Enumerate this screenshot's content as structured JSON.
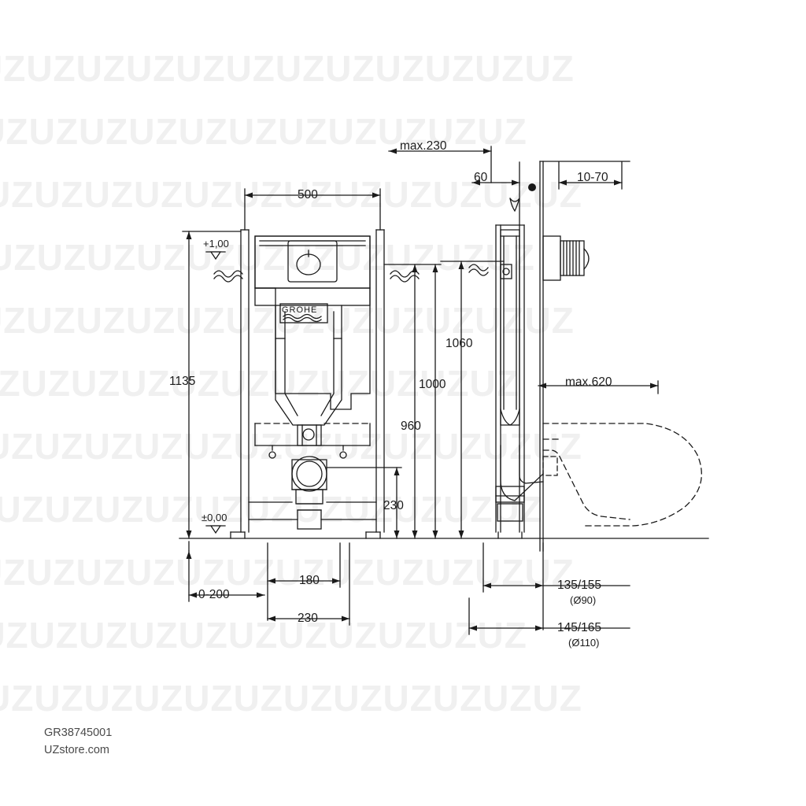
{
  "meta": {
    "product_code": "GR38745001",
    "site": "UZstore.com",
    "watermark_text": "UZUZUZUZUZUZUZUZUZUZUZUZ",
    "line_color": "#1a1a1a",
    "watermark_color": "#f0f0f0",
    "background": "#ffffff"
  },
  "diagram": {
    "type": "technical-dimension-drawing",
    "description": "GROHE Rapid SL concealed cistern installation frame — front elevation and side elevation with dimensions in millimetres",
    "brand_text": "GROHE"
  },
  "dimensions": {
    "front_width": "500",
    "total_height": "1135",
    "height_1060": "1060",
    "height_1000": "1000",
    "height_960": "960",
    "height_230_vertical": "230",
    "offset_180": "180",
    "offset_230": "230",
    "foot_range": "0-200",
    "max_230": "max.230",
    "depth_60": "60",
    "range_10_70": "10-70",
    "max_620": "max.620",
    "outlet_135_155": "135/155",
    "outlet_135_155_note": "(Ø90)",
    "outlet_145_165": "145/165",
    "outlet_145_165_note": "(Ø110)",
    "level_top": "+1,00",
    "level_zero": "±0,00"
  }
}
